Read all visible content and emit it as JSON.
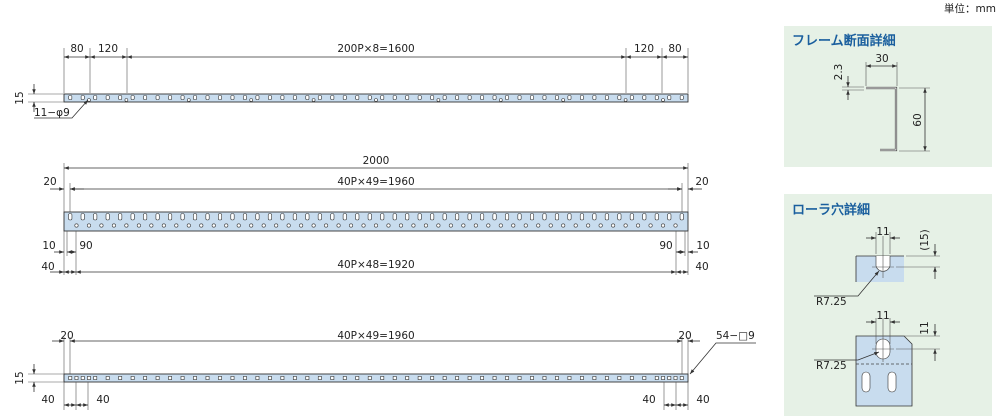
{
  "unit_label": "単位：mm",
  "frame1": {
    "dim_80_left": "80",
    "dim_120_left": "120",
    "dim_pitch": "200P×8=1600",
    "dim_120_right": "120",
    "dim_80_right": "80",
    "dim_height": "15",
    "hole_note": "11−φ9"
  },
  "frame2": {
    "dim_total": "2000",
    "dim_20_left": "20",
    "dim_pitch_top": "40P×49=1960",
    "dim_20_right": "20",
    "dim_10_left": "10",
    "dim_90_left": "90",
    "dim_90_right": "90",
    "dim_10_right": "10",
    "dim_40_left": "40",
    "dim_pitch_bottom": "40P×48=1920",
    "dim_40_right": "40"
  },
  "frame3": {
    "dim_20_left": "20",
    "dim_pitch": "40P×49=1960",
    "dim_20_right": "20",
    "hole_note": "54−□9",
    "dim_height": "15",
    "dim_40_left_a": "40",
    "dim_40_left_b": "40",
    "dim_40_right_a": "40",
    "dim_40_right_b": "40"
  },
  "section_detail": {
    "title": "フレーム断面詳細",
    "dim_width": "30",
    "dim_thickness": "2.3",
    "dim_height": "60"
  },
  "roller_hole_detail": {
    "title": "ローラ穴詳細",
    "top_dim_width": "11",
    "top_dim_height": "(15)",
    "top_radius": "R7.25",
    "bottom_dim_width": "11",
    "bottom_dim_height": "11",
    "bottom_radius": "R7.25"
  }
}
